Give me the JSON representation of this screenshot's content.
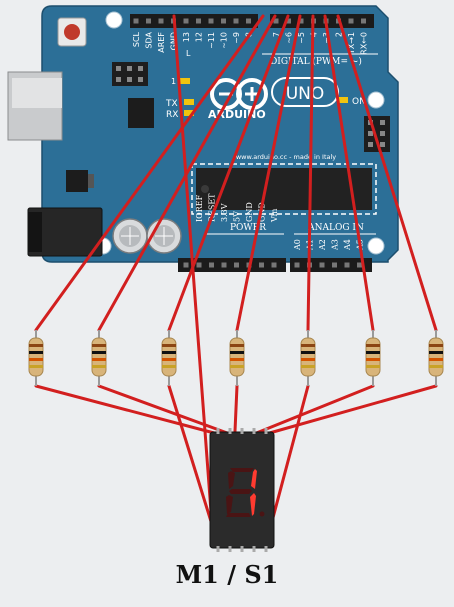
{
  "board": {
    "top_pins": [
      "SCL",
      "SDA",
      "AREF",
      "GND",
      "13",
      "12",
      "~11",
      "~10",
      "~9",
      "8",
      "7",
      "~6",
      "~5",
      "4",
      "~3",
      "2",
      "TX→1",
      "RX←0"
    ],
    "digital_label": "DIGITAL (PWM= ~)",
    "uno_label": "UNO",
    "brand": "ARDUINO",
    "tx": "TX",
    "rx": "RX",
    "l_label": "L",
    "on_label": "ON",
    "pin_one": "1",
    "website": "www.arduino.cc - made in Italy",
    "power_label": "POWER",
    "analog_label": "ANALOG IN",
    "power_pins": [
      "IOREF",
      "RESET",
      "3.3V",
      "5V",
      "GND",
      "GND",
      "Vin"
    ],
    "analog_pins": [
      "A0",
      "A1",
      "A2",
      "A3",
      "A4",
      "A5"
    ]
  },
  "resistor_count": 7,
  "display": {
    "digit": "8",
    "lit_segments": [
      "b",
      "c"
    ]
  },
  "caption": "M1 / S1",
  "colors": {
    "board": "#2c6f97",
    "wire": "#d21f1f",
    "resistor_body": "#d8b47a",
    "display_body": "#2b2b2b",
    "segment_on": "#ff3b30",
    "segment_off": "#4a1414",
    "background": "#eceef0"
  }
}
